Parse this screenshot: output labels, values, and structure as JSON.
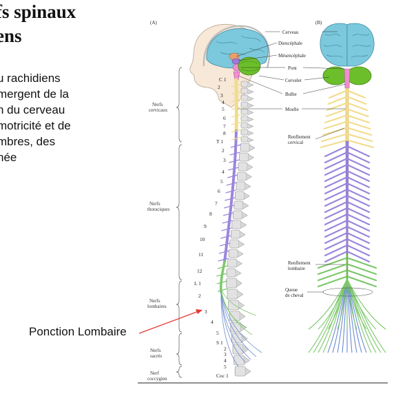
{
  "slide": {
    "title_lines": [
      "fs spinaux",
      "ens"
    ],
    "body_lines": [
      "u rachidiens",
      "mergent de la",
      "n du cerveau",
      "motricité et de",
      "mbres, des",
      "née"
    ],
    "annotation_label": "Ponction Lombaire",
    "annotation_color": "#e53935"
  },
  "figure": {
    "panel_a_label": "(A)",
    "panel_b_label": "(B)",
    "structures": {
      "cerveau": "Cerveau",
      "diencephale": "Diencéphale",
      "mesencephale": "Mésencéphale",
      "pont": "Pont",
      "cervelet": "Cervelet",
      "bulbe": "Bulbe",
      "moelle": "Moelle",
      "renflement_cervical_1": "Renflement",
      "renflement_cervical_2": "cervical",
      "renflement_lombaire_1": "Renflement",
      "renflement_lombaire_2": "lombaire",
      "queue_1": "Queue",
      "queue_2": "de cheval"
    },
    "regions": {
      "cervical_1": "Nerfs",
      "cervical_2": "cervicaux",
      "thoracic_1": "Nerfs",
      "thoracic_2": "thoraciques",
      "lumbar_1": "Nerfs",
      "lumbar_2": "lombaires",
      "sacral_1": "Nerfs",
      "sacral_2": "sacrés",
      "coccygeal_1": "Nerf",
      "coccygeal_2": "coccygien"
    },
    "vertebrae": {
      "c1": "C 1",
      "c2": "2",
      "c3": "3",
      "c4": "4",
      "c5": "5",
      "c6": "6",
      "c7": "7",
      "c8": "8",
      "t1": "T 1",
      "t2": "2",
      "t3": "3",
      "t4": "4",
      "t5": "5",
      "t6": "6",
      "t7": "7",
      "t8": "8",
      "t9": "9",
      "t10": "10",
      "t11": "11",
      "t12": "12",
      "l1": "L 1",
      "l2": "2",
      "l3": "3",
      "l4": "4",
      "l5": "5",
      "s1": "S 1",
      "s2": "2",
      "s3": "3",
      "s4": "4",
      "s5": "5",
      "coc": "Coc 1"
    },
    "colors": {
      "cerebrum": "#7cc8dc",
      "cerebellum": "#6cbf2a",
      "midbrain": "#a27ad6",
      "pons": "#ef8fcf",
      "cervical_cord": "#f2dc8e",
      "thoracic_cord": "#9a86dc",
      "lumbar_cord": "#7cc86a",
      "sacral_nerves": "#6a8ad0",
      "vertebra": "#e2e2e2",
      "skin": "#f7e8d8"
    }
  }
}
